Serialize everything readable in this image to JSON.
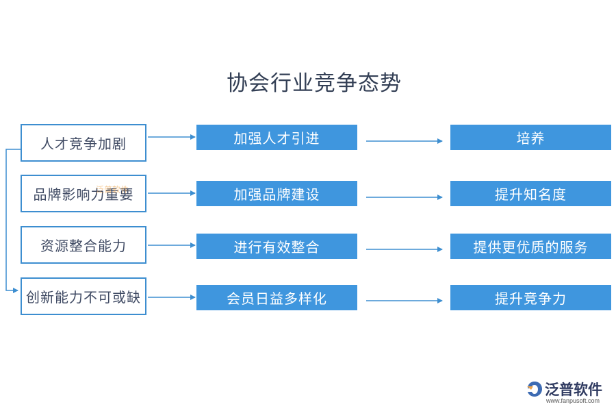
{
  "title": "协会行业竞争态势",
  "rows": [
    {
      "challenge": "人才竞争加剧",
      "action": "加强人才引进",
      "outcome": "培养"
    },
    {
      "challenge": "品牌影响力重要",
      "action": "加强品牌建设",
      "outcome": "提升知名度"
    },
    {
      "challenge": "资源整合能力",
      "action": "进行有效整合",
      "outcome": "提供更优质的服务"
    },
    {
      "challenge": "创新能力不可或缺",
      "action": "会员日益多样化",
      "outcome": "提升竞争力"
    }
  ],
  "watermark_inline": "泛普软件",
  "logo": {
    "name": "泛普软件",
    "url": "www.fanpusoft.com"
  },
  "colors": {
    "accent": "#3f96de",
    "border": "#3d8ed0",
    "title": "#333f55",
    "logo_orange": "#f0a54a"
  }
}
